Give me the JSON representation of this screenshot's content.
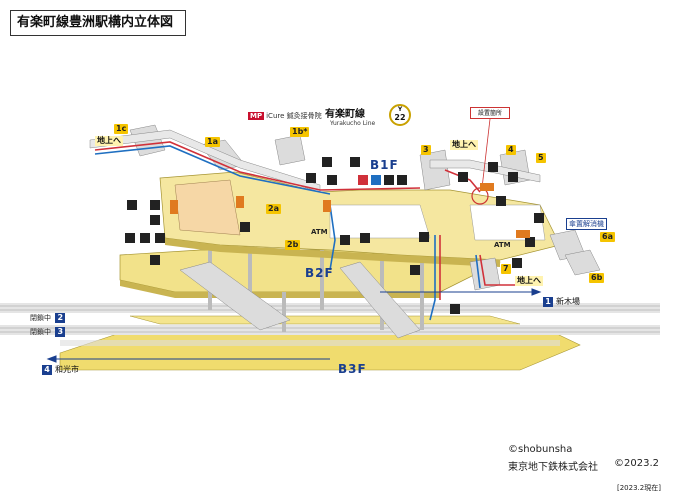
{
  "title": "有楽町線豊洲駅構内立体図",
  "line": {
    "name_ja": "有楽町線",
    "name_en": "Yurakucho Line",
    "code_letter": "Y",
    "code_number": "22",
    "color": "#c9a100"
  },
  "floors": {
    "b1": "B1F",
    "b2": "B2F",
    "b3": "B3F"
  },
  "exits": {
    "e1a": "1a",
    "e1b": "1b*",
    "e1c": "1c",
    "e2a": "2a",
    "e2b": "2b",
    "e3": "3",
    "e4": "4",
    "e5": "5",
    "e6a": "6a",
    "e6b": "6b",
    "e7": "7"
  },
  "surface_label": "地上へ",
  "shop": {
    "badge": "MP",
    "name": "iCure 鍼灸接骨院"
  },
  "callouts": {
    "setchi": "設置箇所",
    "kasa": "傘置解消機"
  },
  "directions": {
    "shinkiba_num": "1",
    "shinkiba": "新木場",
    "wako_num": "4",
    "wako": "和光市",
    "closed2_label": "閉鎖中",
    "closed2_num": "2",
    "closed3_label": "閉鎖中",
    "closed3_num": "3"
  },
  "credits": {
    "copyright": "©shobunsha",
    "operator": "東京地下鉄株式会社",
    "year": "©2023.2",
    "as_of": "[2023.2現在]"
  },
  "atm_label": "ATM",
  "colors": {
    "concourse": "#f2e28a",
    "platform": "#f0dc6e",
    "structure": "#8c8c8c",
    "route_red": "#d0313a",
    "route_blue": "#1f6fc1",
    "floor_text": "#1a3f8f"
  }
}
